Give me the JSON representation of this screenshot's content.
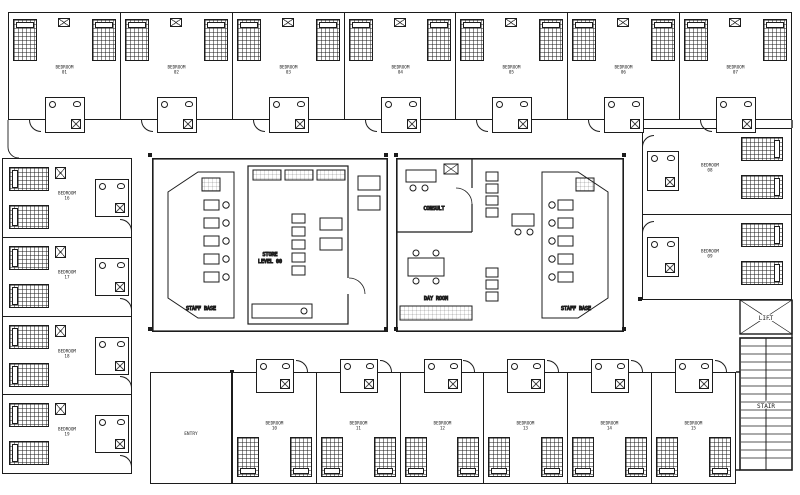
{
  "drawing": {
    "bg": "#ffffff",
    "ink": "#1c1c1c"
  },
  "rooms": {
    "top": [
      {
        "name": "BEDROOM",
        "num": "01"
      },
      {
        "name": "BEDROOM",
        "num": "02"
      },
      {
        "name": "BEDROOM",
        "num": "03"
      },
      {
        "name": "BEDROOM",
        "num": "04"
      },
      {
        "name": "BEDROOM",
        "num": "05"
      },
      {
        "name": "BEDROOM",
        "num": "06"
      },
      {
        "name": "BEDROOM",
        "num": "07"
      }
    ],
    "right": [
      {
        "name": "BEDROOM",
        "num": "08"
      },
      {
        "name": "BEDROOM",
        "num": "09"
      }
    ],
    "bottom": [
      {
        "name": "BEDROOM",
        "num": "10"
      },
      {
        "name": "BEDROOM",
        "num": "11"
      },
      {
        "name": "BEDROOM",
        "num": "12"
      },
      {
        "name": "BEDROOM",
        "num": "13"
      },
      {
        "name": "BEDROOM",
        "num": "14"
      },
      {
        "name": "BEDROOM",
        "num": "15"
      }
    ],
    "left": [
      {
        "name": "BEDROOM",
        "num": "16"
      },
      {
        "name": "BEDROOM",
        "num": "17"
      },
      {
        "name": "BEDROOM",
        "num": "18"
      },
      {
        "name": "BEDROOM",
        "num": "19"
      }
    ]
  },
  "center": {
    "station_a": {
      "label": "STAFF BASE"
    },
    "core": {
      "label": "STORE",
      "sub": "LEVEL 00"
    },
    "meeting": {
      "label": "CONSULT"
    },
    "day_room": {
      "label": "DAY ROOM"
    },
    "station_b": {
      "label": "STAFF BASE"
    }
  },
  "stair": {
    "label": "STAIR"
  },
  "lift": {
    "label": "LIFT"
  },
  "entrance": {
    "label": "ENTRY"
  }
}
